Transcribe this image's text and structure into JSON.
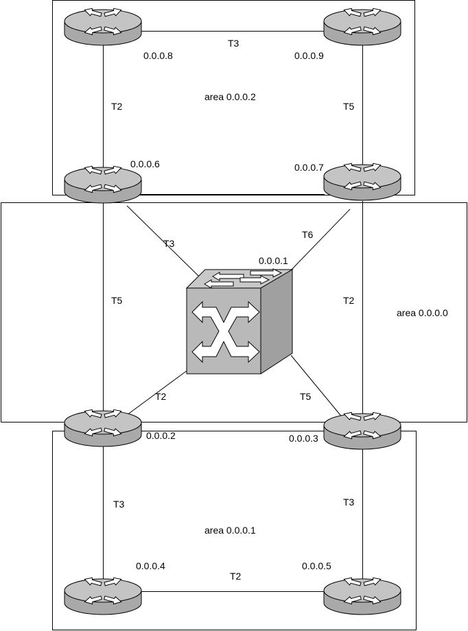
{
  "areas": {
    "area2": "area 0.0.0.2",
    "area0": "area 0.0.0.0",
    "area1": "area 0.0.0.1"
  },
  "routers": {
    "r8": "0.0.0.8",
    "r9": "0.0.0.9",
    "r6": "0.0.0.6",
    "r7": "0.0.0.7",
    "r2": "0.0.0.2",
    "r3": "0.0.0.3",
    "r4": "0.0.0.4",
    "r5": "0.0.0.5"
  },
  "switch": {
    "label": "0.0.0.1"
  },
  "links": {
    "r8_r9": "T3",
    "r8_r6": "T2",
    "r9_r7": "T5",
    "r6_sw": "T3",
    "r7_sw": "T6",
    "r6_r2": "T5",
    "r7_r3": "T2",
    "r2_sw": "T2",
    "r3_sw": "T5",
    "r2_r4": "T3",
    "r3_r5": "T3",
    "r4_r5": "T2"
  }
}
